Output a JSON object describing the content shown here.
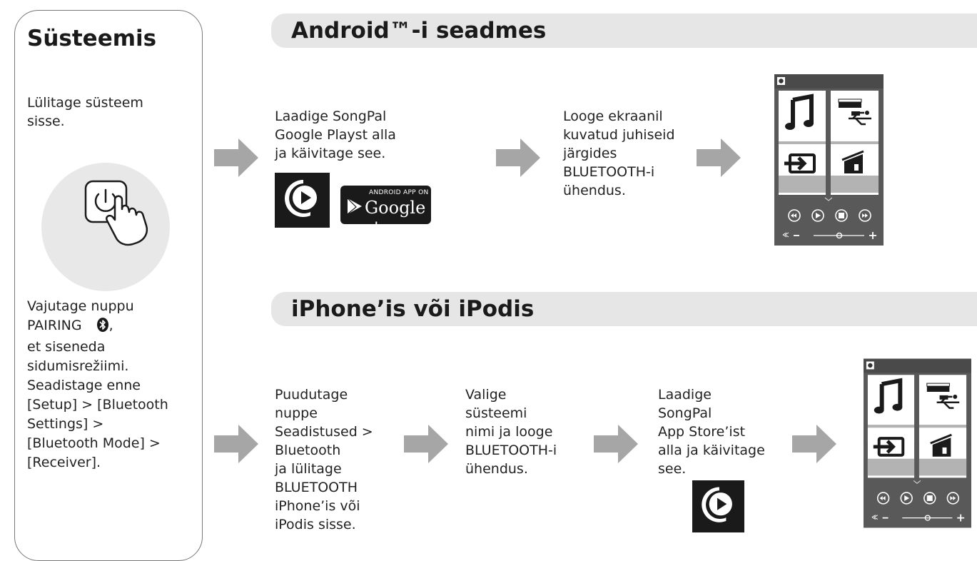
{
  "system": {
    "title": "Süsteemis",
    "step1": [
      "Lülitage süsteem",
      "sisse."
    ],
    "step2_pairing": "PAIRING",
    "step2": [
      "Vajutage nuppu",
      "et siseneda",
      "sidumisrežiimi.",
      "Seadistage enne",
      "[Setup] > [Bluetooth",
      "Settings] >",
      "[Bluetooth Mode] >",
      "[Receiver]."
    ]
  },
  "android": {
    "title": "Android™-i seadmes",
    "step1": [
      "Laadige SongPal",
      "Google Playst alla",
      "ja käivitage see."
    ],
    "step2": [
      "Looge ekraanil",
      "kuvatud juhiseid",
      "järgides",
      "BLUETOOTH-i",
      "ühendus."
    ],
    "badge_top": "ANDROID APP ON",
    "badge_main": "Google",
    "badge_sub": "play"
  },
  "iphone": {
    "title": "iPhone’is või iPodis",
    "step1": [
      "Puudutage",
      "nuppe",
      "Seadistused >",
      "Bluetooth",
      "ja lülitage",
      "BLUETOOTH",
      "iPhone’is või",
      "iPodis sisse."
    ],
    "step2": [
      "Valige",
      "süsteemi",
      "nimi ja looge",
      "BLUETOOTH-i",
      "ühendus."
    ],
    "step3": [
      "Laadige",
      "SongPal",
      "App Store’ist",
      "alla ja käivitage",
      "see."
    ]
  },
  "icons": {
    "power": "power-button-icon",
    "bluetooth": "bluetooth-icon",
    "songpal": "songpal-app-icon",
    "arrow": "arrow-right-icon",
    "phone": "songpal-phone-screen"
  },
  "colors": {
    "arrow": "#a6a6a6",
    "banner": "#e6e6e6",
    "circle": "#e8e8e8",
    "phone": "#595959",
    "icon_dark": "#1a1a1a"
  }
}
